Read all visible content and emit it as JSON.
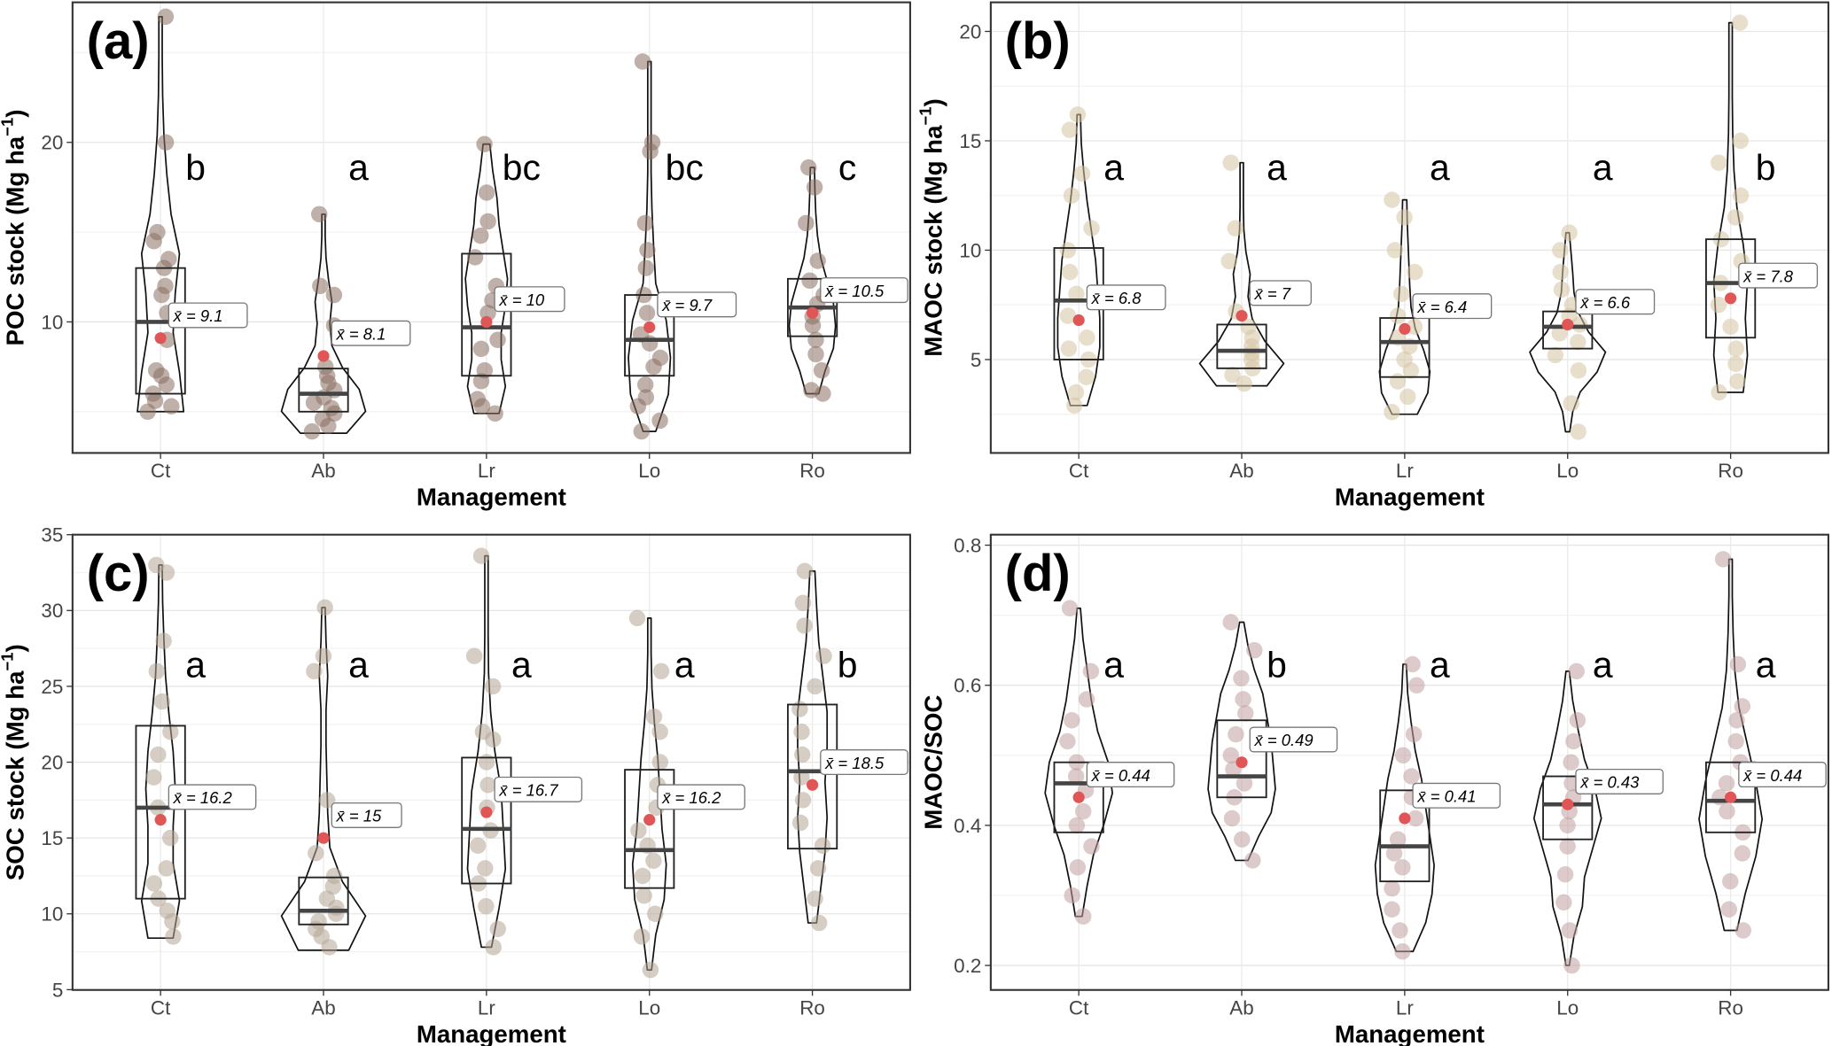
{
  "chart_data": [
    {
      "type": "violin-box",
      "panel_label": "(a)",
      "ylabel": "POC stock (Mg ha",
      "ylabel_sup": "−1",
      "ylabel_end": ")",
      "xlabel": "Management",
      "ylim": [
        2.7,
        27.8
      ],
      "yticks": [
        10,
        20
      ],
      "point_color": "#8a7063",
      "groups": [
        {
          "name": "Ct",
          "q1": 6,
          "median": 10,
          "q3": 13,
          "mean": 9.1,
          "mean_label": "x̄ = 9.1",
          "letter": "b",
          "min": 5,
          "max": 27,
          "profile": [
            0.55,
            0.45,
            0.3,
            0.35,
            0.45,
            0.25,
            0.15,
            0.08,
            0.05,
            0.03,
            0.02
          ],
          "points": [
            5,
            5.3,
            5.6,
            6,
            6.5,
            7,
            7.3,
            9,
            10.5,
            11.5,
            12,
            13,
            13.5,
            14.5,
            15,
            20,
            27
          ]
        },
        {
          "name": "Ab",
          "q1": 5,
          "median": 6,
          "q3": 7.4,
          "mean": 8.1,
          "mean_label": "x̄ = 8.1",
          "letter": "a",
          "min": 3.8,
          "max": 16,
          "profile": [
            0.55,
            1,
            0.85,
            0.45,
            0.2,
            0.15,
            0.2,
            0.12,
            0.06,
            0.04,
            0.03
          ],
          "points": [
            3.9,
            4.2,
            4.6,
            4.9,
            5.2,
            5.5,
            5.8,
            6.2,
            6.6,
            7,
            7.5,
            9.8,
            11.5,
            12,
            16
          ]
        },
        {
          "name": "Lr",
          "q1": 7,
          "median": 9.7,
          "q3": 13.8,
          "mean": 10,
          "mean_label": "x̄ = 10",
          "letter": "bc",
          "min": 4.9,
          "max": 19.9,
          "profile": [
            0.3,
            0.45,
            0.35,
            0.35,
            0.45,
            0.5,
            0.4,
            0.3,
            0.25,
            0.15,
            0.08
          ],
          "points": [
            4.9,
            5.3,
            5.7,
            6.7,
            7.3,
            8.5,
            9,
            10.5,
            11.2,
            12,
            13.6,
            14.8,
            15.6,
            17.2,
            19.9
          ]
        },
        {
          "name": "Lo",
          "q1": 7,
          "median": 9,
          "q3": 11.5,
          "mean": 9.7,
          "mean_label": "x̄ = 9.7",
          "letter": "bc",
          "min": 3.9,
          "max": 24.5,
          "profile": [
            0.15,
            0.45,
            0.5,
            0.4,
            0.15,
            0.1,
            0.06,
            0.04,
            0.03,
            0.03,
            0.02
          ],
          "points": [
            3.9,
            4.5,
            5.3,
            5.8,
            6.5,
            7.5,
            8,
            8.8,
            9.3,
            10.5,
            11.5,
            13,
            14,
            15.5,
            19.5,
            20,
            24.5
          ]
        },
        {
          "name": "Ro",
          "q1": 9.2,
          "median": 10.8,
          "q3": 12.4,
          "mean": 10.5,
          "mean_label": "x̄ = 10.5",
          "letter": "c",
          "min": 6,
          "max": 18.6,
          "profile": [
            0.15,
            0.3,
            0.5,
            0.55,
            0.5,
            0.35,
            0.2,
            0.12,
            0.08,
            0.06,
            0.05
          ],
          "points": [
            6,
            6.2,
            7.3,
            8.2,
            9,
            9.8,
            10.3,
            11,
            11.5,
            12.3,
            13.4,
            15.5,
            17.5,
            18.6
          ]
        }
      ]
    },
    {
      "type": "violin-box",
      "panel_label": "(b)",
      "ylabel": "MAOC stock (Mg ha",
      "ylabel_sup": "−1",
      "ylabel_end": ")",
      "xlabel": "Management",
      "ylim": [
        0.73,
        21.33
      ],
      "yticks": [
        5,
        10,
        15,
        20
      ],
      "point_color": "#d6c3a3",
      "groups": [
        {
          "name": "Ct",
          "q1": 5,
          "median": 7.7,
          "q3": 10.1,
          "mean": 6.8,
          "mean_label": "x̄ = 6.8",
          "letter": "a",
          "min": 2.9,
          "max": 16.2,
          "profile": [
            0.2,
            0.4,
            0.5,
            0.5,
            0.45,
            0.4,
            0.3,
            0.2,
            0.12,
            0.06,
            0.04
          ],
          "points": [
            2.9,
            3.5,
            4.2,
            5,
            5.5,
            6,
            7,
            8,
            9,
            10,
            11,
            12.5,
            13.5,
            15.5,
            16.2
          ]
        },
        {
          "name": "Ab",
          "q1": 4.6,
          "median": 5.4,
          "q3": 6.6,
          "mean": 7,
          "mean_label": "x̄ = 7",
          "letter": "a",
          "min": 3.8,
          "max": 14,
          "profile": [
            0.6,
            1,
            0.55,
            0.25,
            0.15,
            0.2,
            0.1,
            0.05,
            0.03,
            0.02,
            0.02
          ],
          "points": [
            3.9,
            4.3,
            4.6,
            5,
            5.3,
            5.6,
            6,
            6.5,
            7.2,
            9.5,
            11,
            14
          ]
        },
        {
          "name": "Lr",
          "q1": 4.2,
          "median": 5.8,
          "q3": 6.9,
          "mean": 6.4,
          "mean_label": "x̄ = 6.4",
          "letter": "a",
          "min": 2.5,
          "max": 12.3,
          "profile": [
            0.3,
            0.55,
            0.6,
            0.45,
            0.25,
            0.15,
            0.12,
            0.1,
            0.08,
            0.06,
            0.05
          ],
          "points": [
            2.6,
            3.3,
            4,
            4.5,
            5,
            5.6,
            6,
            6.5,
            7,
            8,
            9,
            10,
            11.5,
            12.3
          ]
        },
        {
          "name": "Lo",
          "q1": 5.5,
          "median": 6.5,
          "q3": 7.2,
          "mean": 6.6,
          "mean_label": "x̄ = 6.6",
          "letter": "a",
          "min": 1.7,
          "max": 10.8,
          "profile": [
            0.05,
            0.12,
            0.3,
            0.7,
            0.9,
            0.5,
            0.25,
            0.15,
            0.12,
            0.08,
            0.04
          ],
          "points": [
            1.7,
            3,
            4.5,
            5.2,
            5.8,
            6.2,
            6.6,
            7,
            7.5,
            8.2,
            9,
            10,
            10.8
          ]
        },
        {
          "name": "Ro",
          "q1": 6,
          "median": 8.5,
          "q3": 10.5,
          "mean": 7.8,
          "mean_label": "x̄ = 7.8",
          "letter": "b",
          "min": 3.5,
          "max": 20.4,
          "profile": [
            0.3,
            0.4,
            0.35,
            0.4,
            0.3,
            0.15,
            0.08,
            0.05,
            0.03,
            0.02,
            0.02
          ],
          "points": [
            3.5,
            4,
            4.8,
            5.5,
            6.5,
            7.5,
            8.5,
            9.5,
            10.5,
            11.5,
            12.5,
            14,
            15,
            20.4
          ]
        }
      ]
    },
    {
      "type": "violin-box",
      "panel_label": "(c)",
      "ylabel": "SOC stock (Mg ha",
      "ylabel_sup": "−1",
      "ylabel_end": ")",
      "xlabel": "Management",
      "ylim": [
        4.98,
        35
      ],
      "yticks": [
        5,
        10,
        15,
        20,
        25,
        30,
        35
      ],
      "point_color": "#b5a593",
      "groups": [
        {
          "name": "Ct",
          "q1": 11,
          "median": 17,
          "q3": 22.4,
          "mean": 16.2,
          "mean_label": "x̄ = 16.2",
          "letter": "a",
          "min": 8.4,
          "max": 33,
          "profile": [
            0.3,
            0.45,
            0.3,
            0.3,
            0.35,
            0.3,
            0.2,
            0.12,
            0.08,
            0.05,
            0.03
          ],
          "points": [
            8.5,
            9.5,
            10.2,
            11,
            12,
            13,
            15,
            17,
            19,
            20.5,
            22,
            24,
            26,
            28,
            32.5,
            33
          ]
        },
        {
          "name": "Ab",
          "q1": 9.3,
          "median": 10.2,
          "q3": 12.4,
          "mean": 15,
          "mean_label": "x̄ = 15",
          "letter": "a",
          "min": 7.6,
          "max": 30.2,
          "profile": [
            0.6,
            1,
            0.45,
            0.15,
            0.1,
            0.08,
            0.06,
            0.06,
            0.1,
            0.06,
            0.03
          ],
          "points": [
            7.8,
            8.5,
            9,
            9.5,
            10,
            10.4,
            11,
            11.8,
            12.5,
            14,
            17.5,
            26,
            27,
            30.2
          ]
        },
        {
          "name": "Lr",
          "q1": 12,
          "median": 15.6,
          "q3": 20.3,
          "mean": 16.7,
          "mean_label": "x̄ = 16.7",
          "letter": "a",
          "min": 7.8,
          "max": 33.6,
          "profile": [
            0.12,
            0.3,
            0.45,
            0.4,
            0.35,
            0.2,
            0.1,
            0.05,
            0.03,
            0.02,
            0.02
          ],
          "points": [
            7.8,
            9,
            10.5,
            12,
            13,
            14.5,
            15.5,
            17,
            18.5,
            20,
            21.5,
            22,
            25,
            27,
            33.6
          ]
        },
        {
          "name": "Lo",
          "q1": 11.7,
          "median": 14.2,
          "q3": 19.5,
          "mean": 16.2,
          "mean_label": "x̄ = 16.2",
          "letter": "a",
          "min": 6.3,
          "max": 29.5,
          "profile": [
            0.05,
            0.15,
            0.35,
            0.4,
            0.3,
            0.25,
            0.2,
            0.12,
            0.06,
            0.04,
            0.03
          ],
          "points": [
            6.3,
            8.5,
            10,
            11.2,
            12.5,
            13.5,
            14.5,
            15.5,
            17,
            18.5,
            20,
            22,
            23,
            26,
            29.5
          ]
        },
        {
          "name": "Ro",
          "q1": 14.3,
          "median": 19.4,
          "q3": 23.8,
          "mean": 18.5,
          "mean_label": "x̄ = 18.5",
          "letter": "b",
          "min": 9.4,
          "max": 32.6,
          "profile": [
            0.1,
            0.2,
            0.3,
            0.35,
            0.3,
            0.35,
            0.35,
            0.25,
            0.15,
            0.1,
            0.06
          ],
          "points": [
            9.4,
            11,
            13,
            14.5,
            16,
            17.5,
            19,
            20.5,
            22,
            23.5,
            25,
            27,
            29,
            30.5,
            32.6
          ]
        }
      ]
    },
    {
      "type": "violin-box",
      "panel_label": "(d)",
      "ylabel": "MAOC/SOC",
      "ylabel_sup": "",
      "ylabel_end": "",
      "xlabel": "Management",
      "ylim": [
        0.165,
        0.815
      ],
      "yticks": [
        0.2,
        0.4,
        0.6,
        0.8
      ],
      "point_color": "#c0a09e",
      "groups": [
        {
          "name": "Ct",
          "q1": 0.39,
          "median": 0.46,
          "q3": 0.49,
          "mean": 0.44,
          "mean_label": "x̄ = 0.44",
          "letter": "a",
          "min": 0.27,
          "max": 0.71,
          "profile": [
            0.08,
            0.2,
            0.35,
            0.6,
            0.8,
            0.7,
            0.45,
            0.3,
            0.2,
            0.1,
            0.04
          ],
          "points": [
            0.27,
            0.3,
            0.34,
            0.37,
            0.4,
            0.42,
            0.45,
            0.47,
            0.49,
            0.52,
            0.55,
            0.58,
            0.62,
            0.71
          ]
        },
        {
          "name": "Ab",
          "q1": 0.44,
          "median": 0.47,
          "q3": 0.55,
          "mean": 0.49,
          "mean_label": "x̄ = 0.49",
          "letter": "b",
          "min": 0.35,
          "max": 0.69,
          "profile": [
            0.15,
            0.4,
            0.7,
            0.8,
            0.75,
            0.7,
            0.6,
            0.5,
            0.3,
            0.15,
            0.05
          ],
          "points": [
            0.35,
            0.38,
            0.41,
            0.44,
            0.46,
            0.48,
            0.5,
            0.53,
            0.56,
            0.58,
            0.61,
            0.65,
            0.69
          ]
        },
        {
          "name": "Lr",
          "q1": 0.32,
          "median": 0.37,
          "q3": 0.45,
          "mean": 0.41,
          "mean_label": "x̄ = 0.41",
          "letter": "a",
          "min": 0.22,
          "max": 0.63,
          "profile": [
            0.2,
            0.5,
            0.65,
            0.7,
            0.6,
            0.5,
            0.4,
            0.25,
            0.15,
            0.07,
            0.03
          ],
          "points": [
            0.22,
            0.25,
            0.28,
            0.31,
            0.34,
            0.36,
            0.38,
            0.41,
            0.44,
            0.47,
            0.5,
            0.53,
            0.6,
            0.63
          ]
        },
        {
          "name": "Lo",
          "q1": 0.38,
          "median": 0.43,
          "q3": 0.47,
          "mean": 0.43,
          "mean_label": "x̄ = 0.43",
          "letter": "a",
          "min": 0.2,
          "max": 0.62,
          "profile": [
            0.03,
            0.15,
            0.35,
            0.4,
            0.6,
            0.8,
            0.65,
            0.4,
            0.25,
            0.12,
            0.04
          ],
          "points": [
            0.2,
            0.25,
            0.29,
            0.33,
            0.37,
            0.4,
            0.42,
            0.44,
            0.46,
            0.49,
            0.52,
            0.55,
            0.62
          ]
        },
        {
          "name": "Ro",
          "q1": 0.39,
          "median": 0.435,
          "q3": 0.49,
          "mean": 0.44,
          "mean_label": "x̄ = 0.44",
          "letter": "a",
          "min": 0.25,
          "max": 0.78,
          "profile": [
            0.15,
            0.35,
            0.6,
            0.75,
            0.6,
            0.4,
            0.2,
            0.1,
            0.06,
            0.04,
            0.03
          ],
          "points": [
            0.25,
            0.28,
            0.32,
            0.36,
            0.39,
            0.42,
            0.44,
            0.46,
            0.49,
            0.52,
            0.55,
            0.57,
            0.63,
            0.78
          ]
        }
      ]
    }
  ]
}
